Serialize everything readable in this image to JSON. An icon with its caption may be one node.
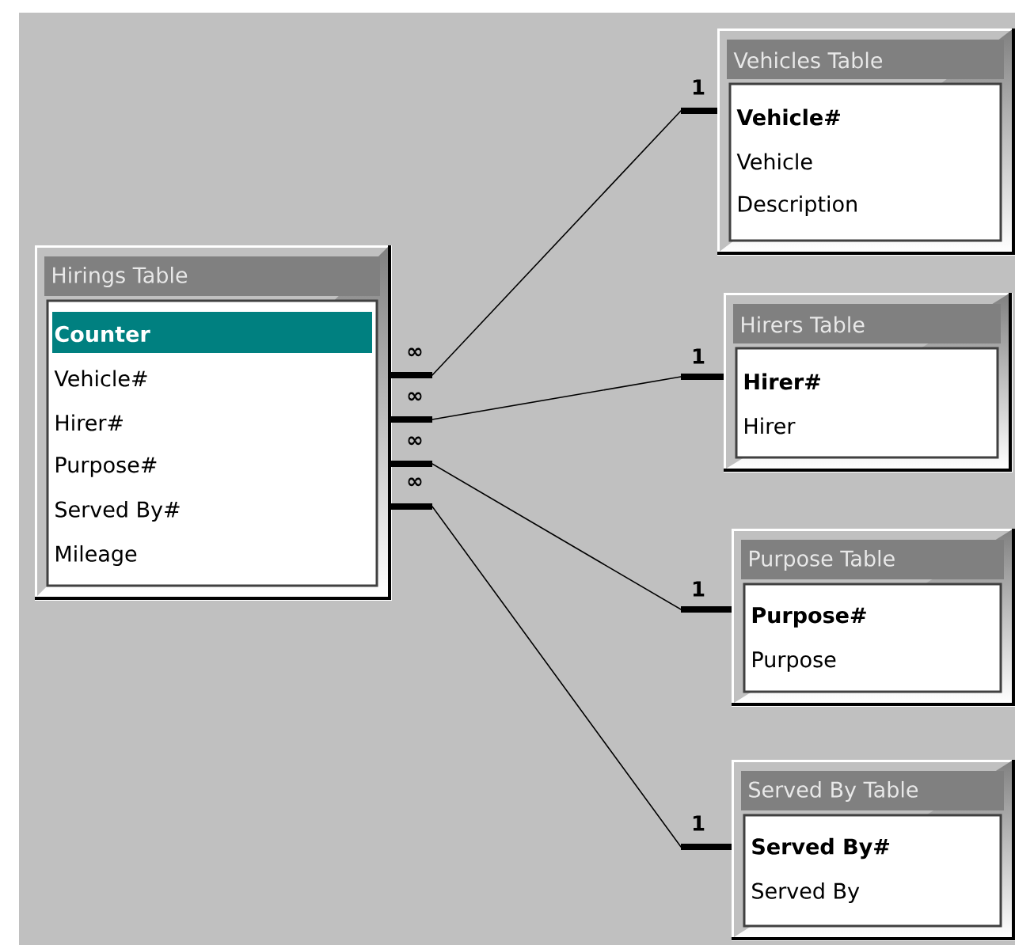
{
  "diagram": {
    "nodes": [
      {
        "text": [
          "Hirings Table",
          "Counter",
          "Vehicle#",
          "Hirer#",
          "Purpose#",
          "Served By#",
          "Mileage"
        ]
      },
      {
        "text": [
          "Vehicles Table",
          "Vehicle#",
          "Vehicle",
          "Description"
        ]
      },
      {
        "text": [
          "Hirers Table",
          "Hirer#",
          "Hirer"
        ]
      },
      {
        "text": [
          "Purpose Table",
          "Purpose#",
          "Purpose"
        ]
      },
      {
        "text": [
          "Served By Table",
          "Served By#",
          "Served By"
        ]
      }
    ],
    "edges": [
      {
        "from": 0,
        "to": 1,
        "arrow": "none"
      },
      {
        "from": 0,
        "to": 2,
        "arrow": "none"
      },
      {
        "from": 0,
        "to": 3,
        "arrow": "none"
      },
      {
        "from": 0,
        "to": 4,
        "arrow": "none"
      }
    ],
    "labels": [
      "1",
      "∞",
      "1",
      "∞",
      "∞",
      "∞",
      "1",
      "1"
    ]
  }
}
